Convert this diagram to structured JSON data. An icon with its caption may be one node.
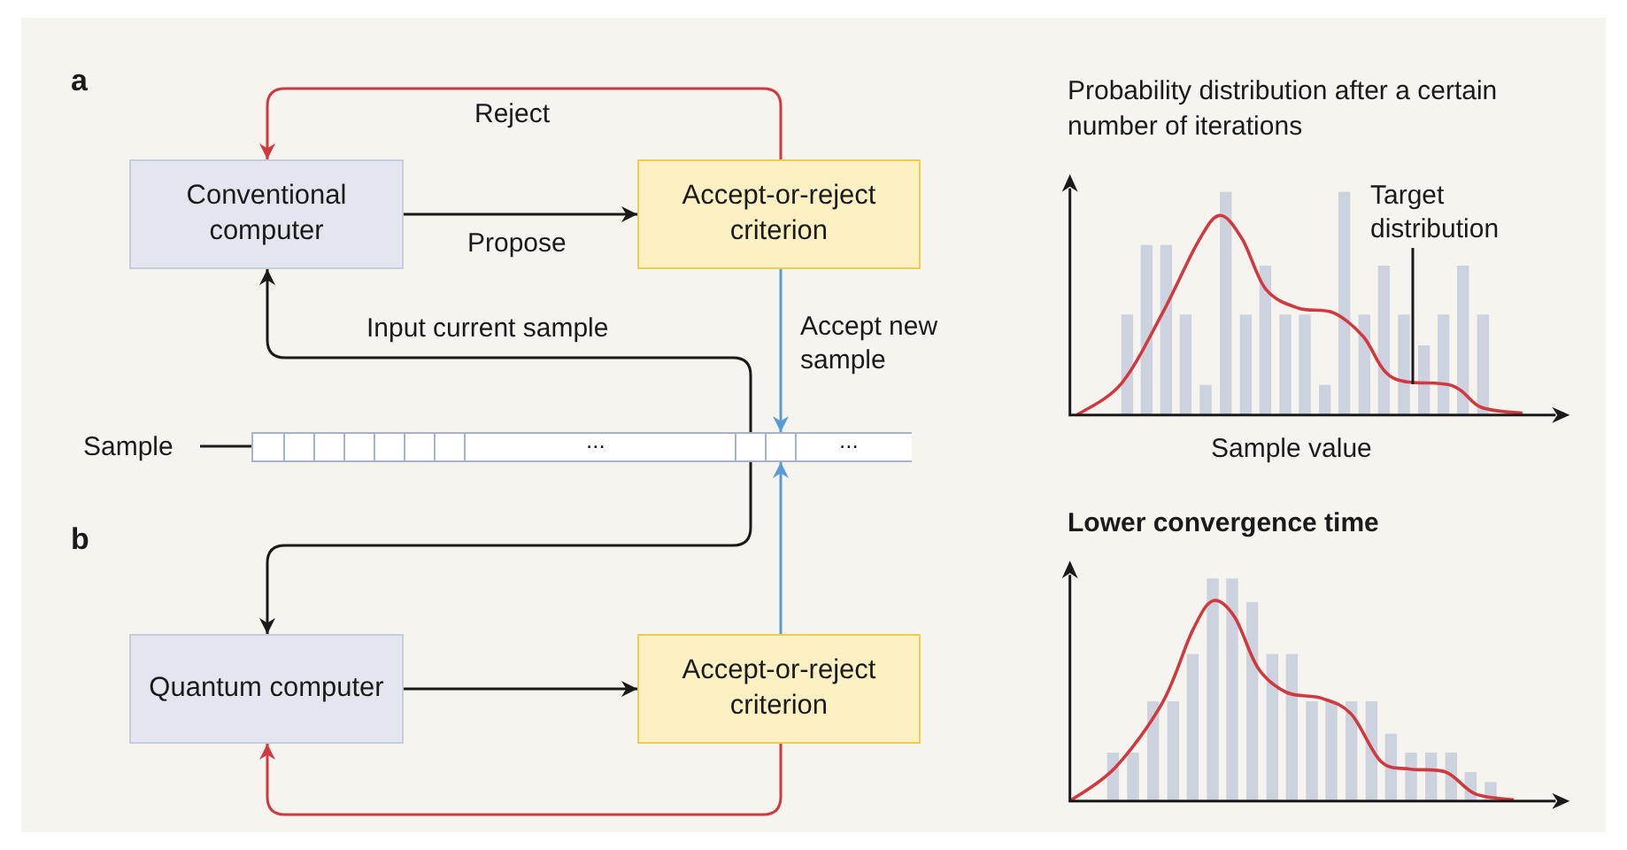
{
  "diagram": {
    "nodes": [
      {
        "text": [
          "Conventional computer"
        ]
      },
      {
        "text": [
          "Accept-or-reject criterion"
        ]
      },
      {
        "text": [
          "Sample"
        ]
      },
      {
        "text": [
          "...",
          "..."
        ]
      },
      {
        "text": [
          "Quantum computer"
        ]
      },
      {
        "text": [
          "Accept-or-reject criterion"
        ]
      },
      {
        "text": [
          "Target distribution"
        ]
      }
    ],
    "edges": [
      {
        "from": 0,
        "to": 1,
        "arrow": "to",
        "label": "Propose"
      },
      {
        "from": 1,
        "to": 0,
        "arrow": "to",
        "label": "Reject",
        "color": "#d0393f"
      },
      {
        "from": 3,
        "to": 0,
        "arrow": "to",
        "label": "Input current sample"
      },
      {
        "from": 1,
        "to": 3,
        "arrow": "to",
        "label": "Accept new sample",
        "color": "#5b9bd5"
      },
      {
        "from": 2,
        "to": 3,
        "arrow": "none"
      },
      {
        "from": 3,
        "to": 4,
        "arrow": "to"
      },
      {
        "from": 4,
        "to": 5,
        "arrow": "to"
      },
      {
        "from": 5,
        "to": 3,
        "arrow": "to",
        "color": "#5b9bd5"
      },
      {
        "from": 5,
        "to": 4,
        "arrow": "to",
        "color": "#d0393f"
      },
      {
        "from": 6,
        "to": null,
        "arrow": "none"
      }
    ],
    "labels": [
      "a",
      "b",
      "Probability distribution after a certain number of iterations",
      "Sample value",
      "Lower convergence time"
    ]
  }
}
